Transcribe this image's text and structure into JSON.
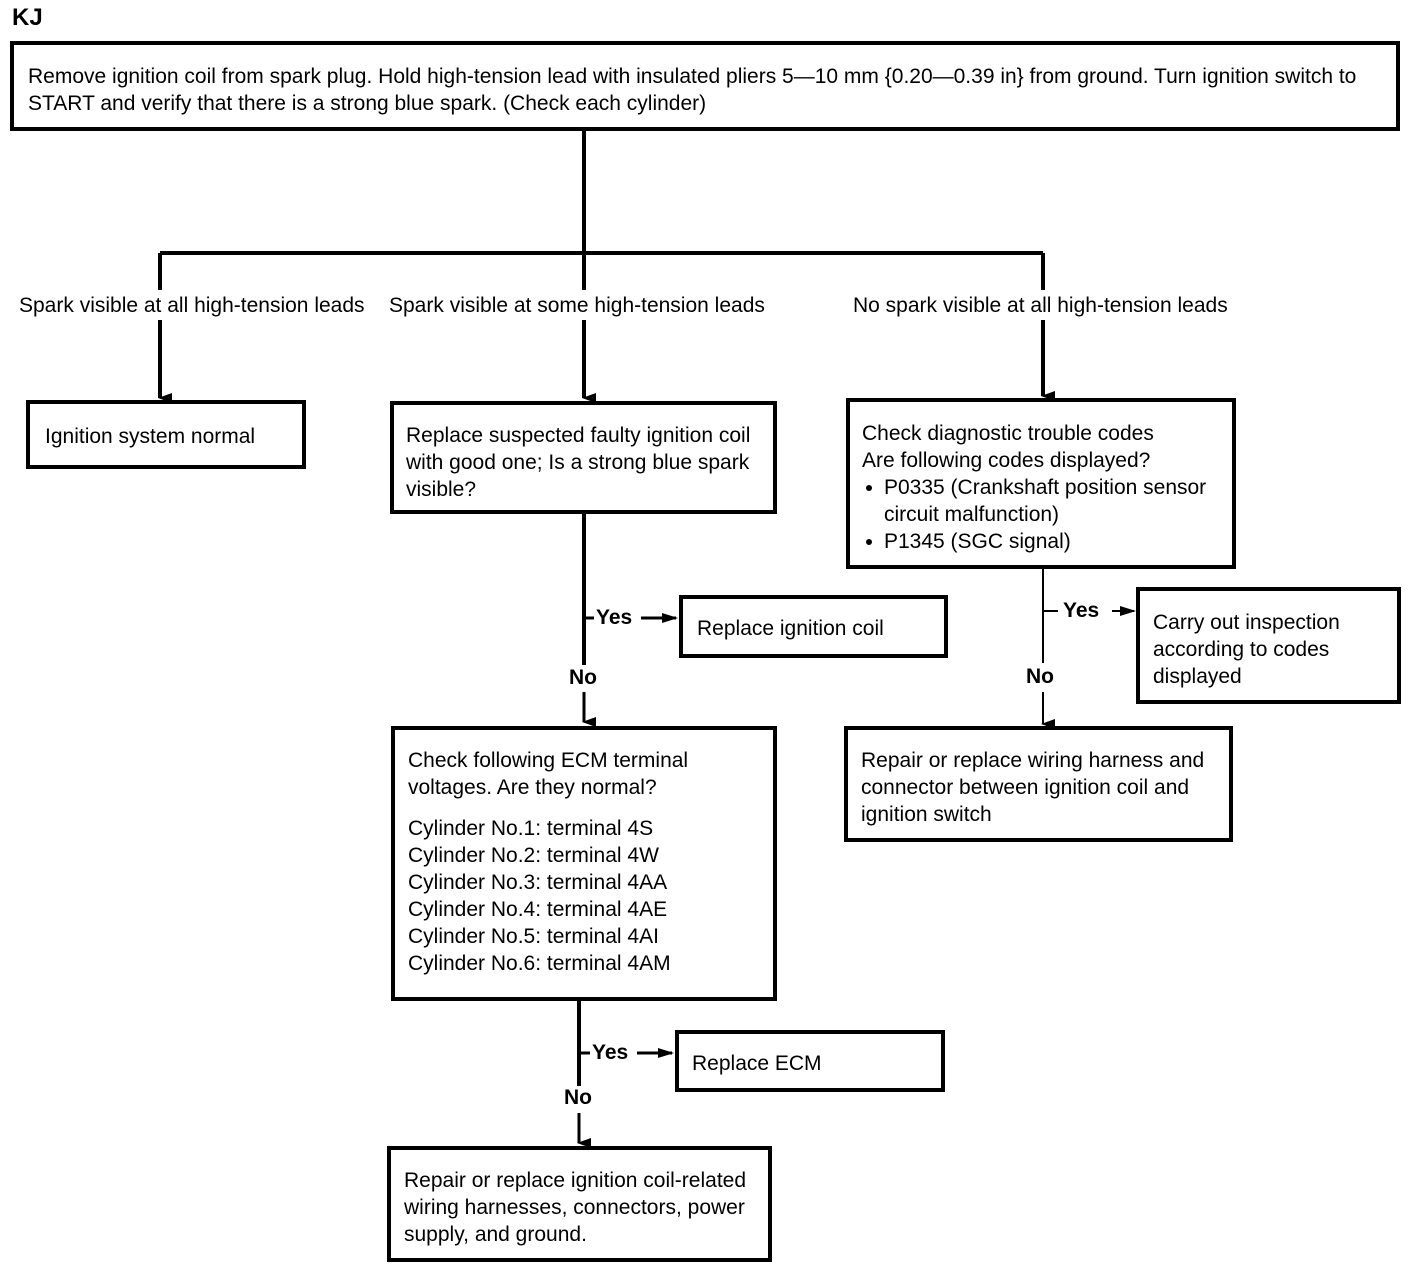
{
  "title": "KJ",
  "start_box": {
    "text": "Remove ignition coil from spark plug. Hold high-tension lead with insulated pliers 5—10 mm {0.20—0.39 in} from ground. Turn ignition switch to START and verify that there is a strong blue spark. (Check each cylinder)"
  },
  "branches": {
    "left_label": "Spark visible at all high-tension leads",
    "middle_label": "Spark visible at some high-tension leads",
    "right_label": "No spark visible at all high-tension leads"
  },
  "ignition_normal": {
    "text": "Ignition system normal"
  },
  "replace_suspected": {
    "text": "Replace suspected faulty ignition coil with good one; Is a strong blue spark visible?"
  },
  "replace_coil": {
    "text": "Replace ignition coil"
  },
  "check_dtc": {
    "line1": "Check diagnostic trouble codes",
    "line2": "Are following codes displayed?",
    "codes": [
      "P0335 (Crankshaft position sensor circuit malfunction)",
      "P1345 (SGC signal)"
    ]
  },
  "carry_out": {
    "text": "Carry out inspection according to codes displayed"
  },
  "repair_harness_switch": {
    "text": "Repair or replace wiring harness and connector between ignition coil and ignition switch"
  },
  "check_ecm": {
    "question": "Check following ECM terminal voltages. Are they normal?",
    "cylinders": [
      "Cylinder No.1: terminal 4S",
      "Cylinder No.2: terminal 4W",
      "Cylinder No.3: terminal 4AA",
      "Cylinder No.4: terminal 4AE",
      "Cylinder No.5: terminal 4AI",
      "Cylinder No.6: terminal 4AM"
    ]
  },
  "replace_ecm": {
    "text": "Replace ECM"
  },
  "repair_coil_related": {
    "text": "Repair or replace ignition coil-related wiring harnesses, connectors, power supply, and ground."
  },
  "answers": {
    "yes": "Yes",
    "no": "No"
  }
}
